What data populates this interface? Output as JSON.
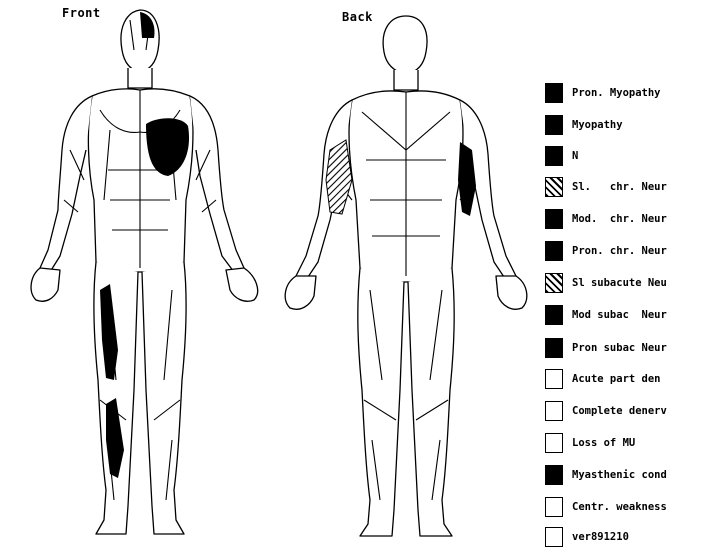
{
  "views": {
    "front_label": "Front",
    "back_label": "Back"
  },
  "legend": [
    {
      "label": "Pron. Myopathy",
      "fill": "solid"
    },
    {
      "label": "Myopathy",
      "fill": "solid"
    },
    {
      "label": "N",
      "fill": "solid"
    },
    {
      "label": "Sl.   chr. Neur",
      "fill": "hatched"
    },
    {
      "label": "Mod.  chr. Neur",
      "fill": "solid"
    },
    {
      "label": "Pron. chr. Neur",
      "fill": "solid"
    },
    {
      "label": "Sl subacute Neu",
      "fill": "hatched"
    },
    {
      "label": "Mod subac  Neur",
      "fill": "solid"
    },
    {
      "label": "Pron subac Neur",
      "fill": "solid"
    },
    {
      "label": "Acute part den",
      "fill": "empty"
    },
    {
      "label": "Complete denerv",
      "fill": "empty"
    },
    {
      "label": "Loss of MU",
      "fill": "empty"
    },
    {
      "label": "Myasthenic cond",
      "fill": "solid"
    },
    {
      "label": "Centr. weakness",
      "fill": "empty"
    },
    {
      "label": "ver891210",
      "fill": "empty"
    }
  ],
  "colors": {
    "ink": "#000000",
    "paper": "#ffffff"
  }
}
